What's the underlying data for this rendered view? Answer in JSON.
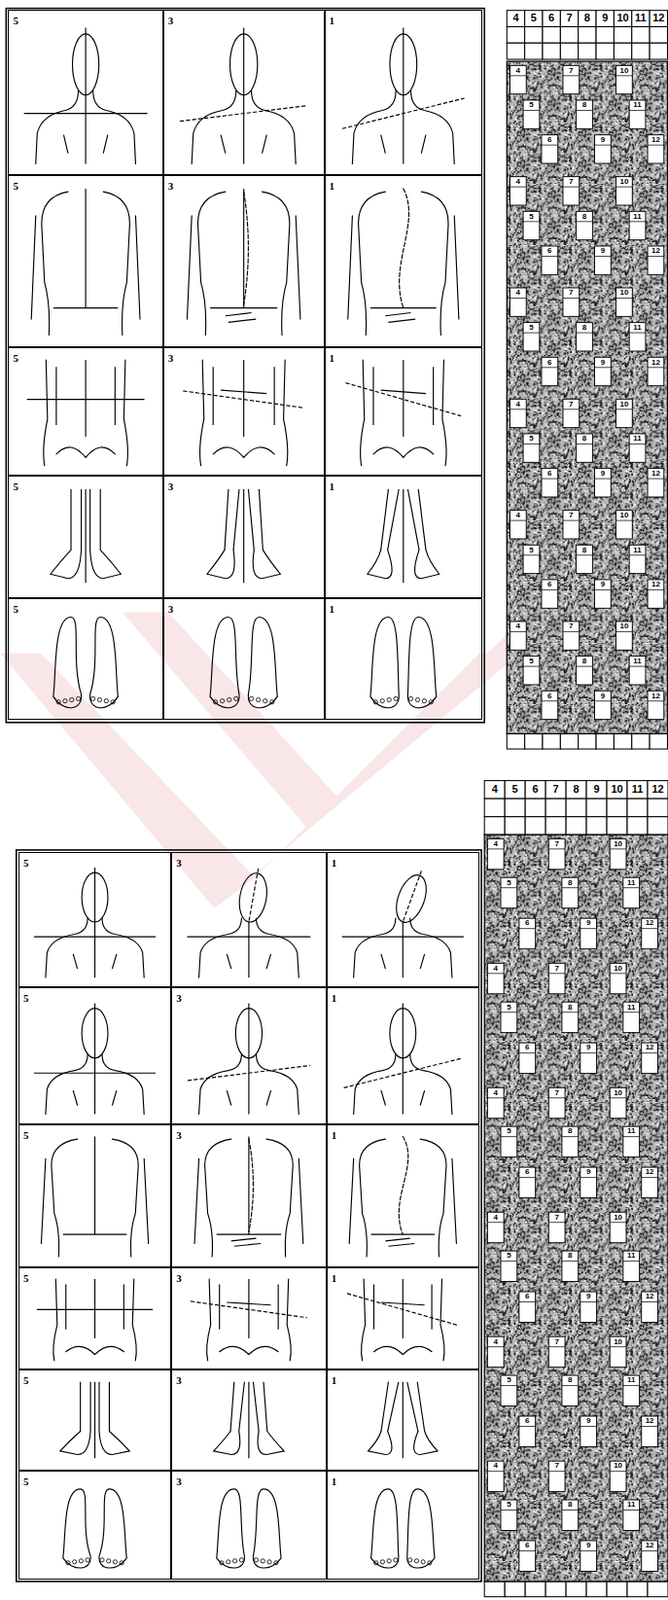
{
  "diagram": {
    "nodes": [
      {
        "text": [
          "5"
        ]
      },
      {
        "text": [
          "3"
        ]
      },
      {
        "text": [
          "1"
        ]
      },
      {
        "text": [
          "5"
        ]
      },
      {
        "text": [
          "3"
        ]
      },
      {
        "text": [
          "1"
        ]
      },
      {
        "text": [
          "5"
        ]
      },
      {
        "text": [
          "3"
        ]
      },
      {
        "text": [
          "1"
        ]
      },
      {
        "text": [
          "5"
        ]
      },
      {
        "text": [
          "3"
        ]
      },
      {
        "text": [
          "1"
        ]
      },
      {
        "text": [
          "5"
        ]
      },
      {
        "text": [
          "3"
        ]
      },
      {
        "text": [
          "1"
        ]
      },
      {
        "text": [
          "5"
        ]
      },
      {
        "text": [
          "3"
        ]
      },
      {
        "text": [
          "1"
        ]
      },
      {
        "text": [
          "5"
        ]
      },
      {
        "text": [
          "3"
        ]
      },
      {
        "text": [
          "1"
        ]
      },
      {
        "text": [
          "5"
        ]
      },
      {
        "text": [
          "3"
        ]
      },
      {
        "text": [
          "1"
        ]
      },
      {
        "text": [
          "5"
        ]
      },
      {
        "text": [
          "3"
        ]
      },
      {
        "text": [
          "1"
        ]
      },
      {
        "text": [
          "5"
        ]
      },
      {
        "text": [
          "3"
        ]
      },
      {
        "text": [
          "1"
        ]
      },
      {
        "text": [
          "5"
        ]
      },
      {
        "text": [
          "3"
        ]
      },
      {
        "text": [
          "1"
        ]
      }
    ],
    "edges": [],
    "labels": [
      "4",
      "5",
      "6",
      "7",
      "8",
      "9",
      "10",
      "11",
      "12",
      "4",
      "7",
      "10",
      "5",
      "8",
      "11",
      "6",
      "9",
      "12",
      "4",
      "7",
      "10",
      "5",
      "8",
      "11",
      "6",
      "9",
      "12",
      "4",
      "7",
      "10",
      "5",
      "8",
      "11",
      "6",
      "9",
      "12",
      "4",
      "7",
      "10",
      "5",
      "8",
      "11",
      "6",
      "9",
      "12",
      "4",
      "7",
      "10",
      "5",
      "8",
      "11",
      "6",
      "9",
      "12",
      "4",
      "7",
      "10",
      "5",
      "8",
      "11",
      "6",
      "9",
      "12",
      "4",
      "5",
      "6",
      "7",
      "8",
      "9",
      "10",
      "11",
      "12",
      "4",
      "7",
      "10",
      "5",
      "8",
      "11",
      "6",
      "9",
      "12",
      "4",
      "7",
      "10",
      "5",
      "8",
      "11",
      "6",
      "9",
      "12",
      "4",
      "7",
      "10",
      "5",
      "8",
      "11",
      "6",
      "9",
      "12",
      "4",
      "7",
      "10",
      "5",
      "8",
      "11",
      "6",
      "9",
      "12",
      "4",
      "7",
      "10",
      "5",
      "8",
      "11",
      "6",
      "9",
      "12",
      "4",
      "7",
      "10",
      "5",
      "8",
      "11",
      "6",
      "9",
      "12"
    ]
  }
}
